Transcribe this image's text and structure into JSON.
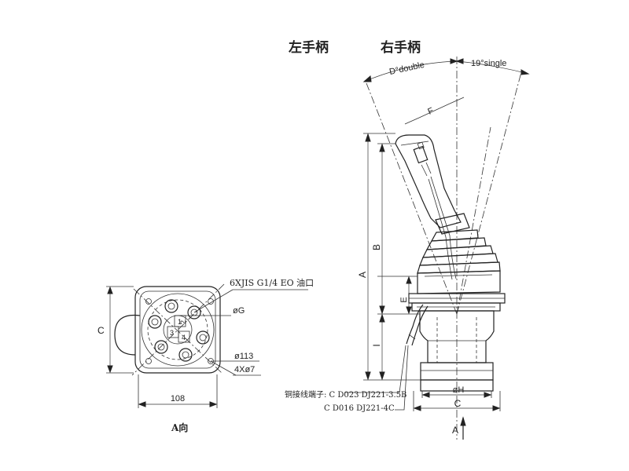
{
  "title": {
    "left_handle": "左手柄",
    "right_handle": "右手柄"
  },
  "angles": {
    "double": "D°double",
    "single": "19°single"
  },
  "side_view_labels": {
    "A": "A",
    "B": "B",
    "E": "E",
    "F": "F",
    "I": "I",
    "H": "øH",
    "C": "C"
  },
  "top_view_labels": {
    "oil_port": "6XJIS G1/4 EO 油口",
    "G": "øG",
    "d113": "ø113",
    "holes": "4Xø7",
    "C": "C",
    "width": "108",
    "view_name": "A向"
  },
  "port_numbers": [
    "1",
    "2",
    "3",
    "4"
  ],
  "terminals": {
    "label": "铜接线端子: C D023 DJ221-3.5B",
    "line2": "C D016 DJ221-4C"
  },
  "view_arrow": "A"
}
